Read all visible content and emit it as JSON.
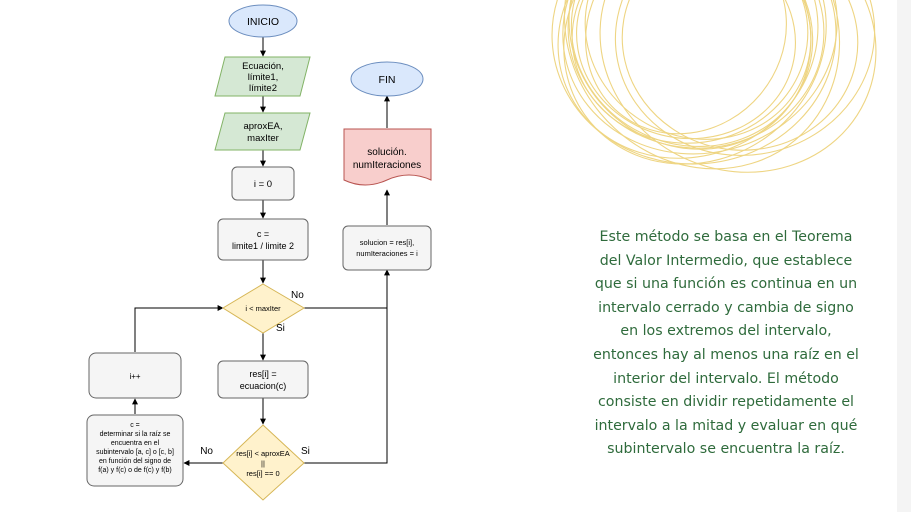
{
  "flowchart": {
    "start": "INICIO",
    "input1": [
      "Ecuación,",
      "límite1,",
      "límite2"
    ],
    "input2": [
      "aproxEA,",
      "maxIter"
    ],
    "init_i": "i = 0",
    "init_c": [
      "c =",
      "limite1 / limite 2"
    ],
    "cond1": "i < maxIter",
    "cond1_no": "No",
    "cond1_yes": "Si",
    "eval": [
      "res[i] =",
      "ecuacion(c)"
    ],
    "cond2": [
      "res[i] < aproxEA",
      "||",
      "res[i] == 0"
    ],
    "cond2_no": "No",
    "cond2_yes": "Si",
    "new_c": [
      "c =",
      "determinar si la raíz se",
      "encuentra en el",
      "subintervalo [a, c] o [c, b]",
      "en función del signo de",
      "f(a) y f(c) o de f(c) y f(b)"
    ],
    "increment": "i++",
    "assign": [
      "solucion = res[i],",
      "numIteraciones = i"
    ],
    "output": [
      "solución.",
      "numIteraciones"
    ],
    "end": "FIN"
  },
  "description": [
    "Este método se basa en el Teorema",
    "del Valor Intermedio, que establece",
    "que si una función es continua en un",
    "intervalo cerrado y cambia de signo",
    "en los extremos del intervalo,",
    "entonces hay al menos una raíz en el",
    "interior del intervalo. El método",
    "consiste en dividir repetidamente el",
    "intervalo a la mitad y evaluar en qué",
    "subintervalo se encuentra la raíz."
  ],
  "colors": {
    "terminal_fill": "#dae8fc",
    "terminal_stroke": "#6c8ebf",
    "io_fill": "#d5e8d4",
    "io_stroke": "#82b366",
    "process_fill": "#f5f5f5",
    "process_stroke": "#666666",
    "decision_fill": "#fff2cc",
    "decision_stroke": "#d6b656",
    "output_fill": "#f8cecc",
    "output_stroke": "#b85450",
    "text_accent": "#2f6b3c",
    "decor": "#e9c75a"
  }
}
